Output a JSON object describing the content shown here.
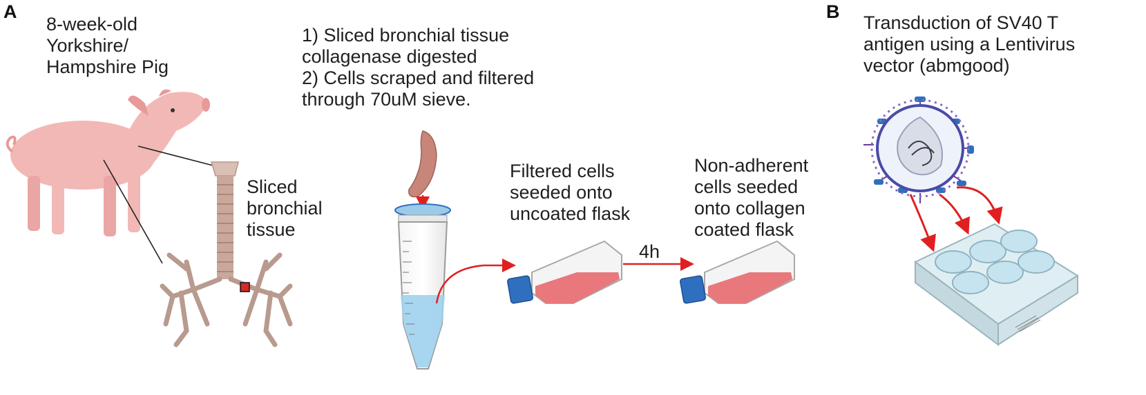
{
  "panels": {
    "a": "A",
    "b": "B"
  },
  "labels": {
    "pig": "8-week-old\nYorkshire/\nHampshire Pig",
    "tissue": "Sliced\nbronchial\ntissue",
    "steps": "1) Sliced bronchial tissue\ncollagenase digested\n2) Cells scraped and filtered\nthrough 70uM sieve.",
    "filtered": "Filtered cells\nseeded onto\nuncoated flask",
    "nonadherent": "Non-adherent\ncells seeded\nonto collagen\ncoated flask",
    "time": "4h",
    "transduction": "Transduction of SV40 T\nantigen using a Lentivirus\nvector (abmgood)"
  },
  "colors": {
    "pig": "#f2b8b6",
    "airway": "#c9a79a",
    "arrow": "#e02020",
    "flask_media": "#e8787c",
    "flask_cap": "#2f6fbf",
    "tube_liquid": "#9fd2ee",
    "virus": "#4a4aa8",
    "plate": "#cfe4ea"
  }
}
